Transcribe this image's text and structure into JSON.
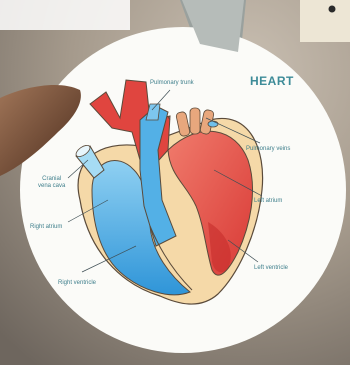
{
  "diagram": {
    "title": "HEART",
    "labels": {
      "pulmonary_trunk": "Pulmonary trunk",
      "pulmonary_veins": "Pulmonary veins",
      "left_atrium": "Left atrium",
      "left_ventricle": "Left ventricle",
      "cranial_vena_cava": "Cranial\nvena cava",
      "right_atrium": "Right atrium",
      "right_ventricle": "Right ventricle"
    }
  },
  "colors": {
    "oxygenated": "#e8534a",
    "deoxygenated": "#3fa6e2",
    "wall": "#f5d9a8",
    "label": "#3f7f8c",
    "poster": "#fbfbf8"
  }
}
